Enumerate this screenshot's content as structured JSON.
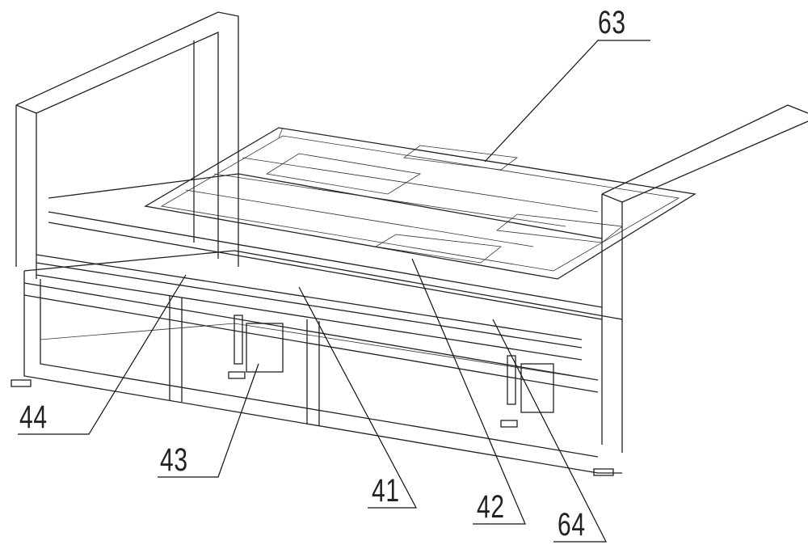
{
  "labels": {
    "l63": "63",
    "l44": "44",
    "l43": "43",
    "l41": "41",
    "l42": "42",
    "l64": "64"
  }
}
